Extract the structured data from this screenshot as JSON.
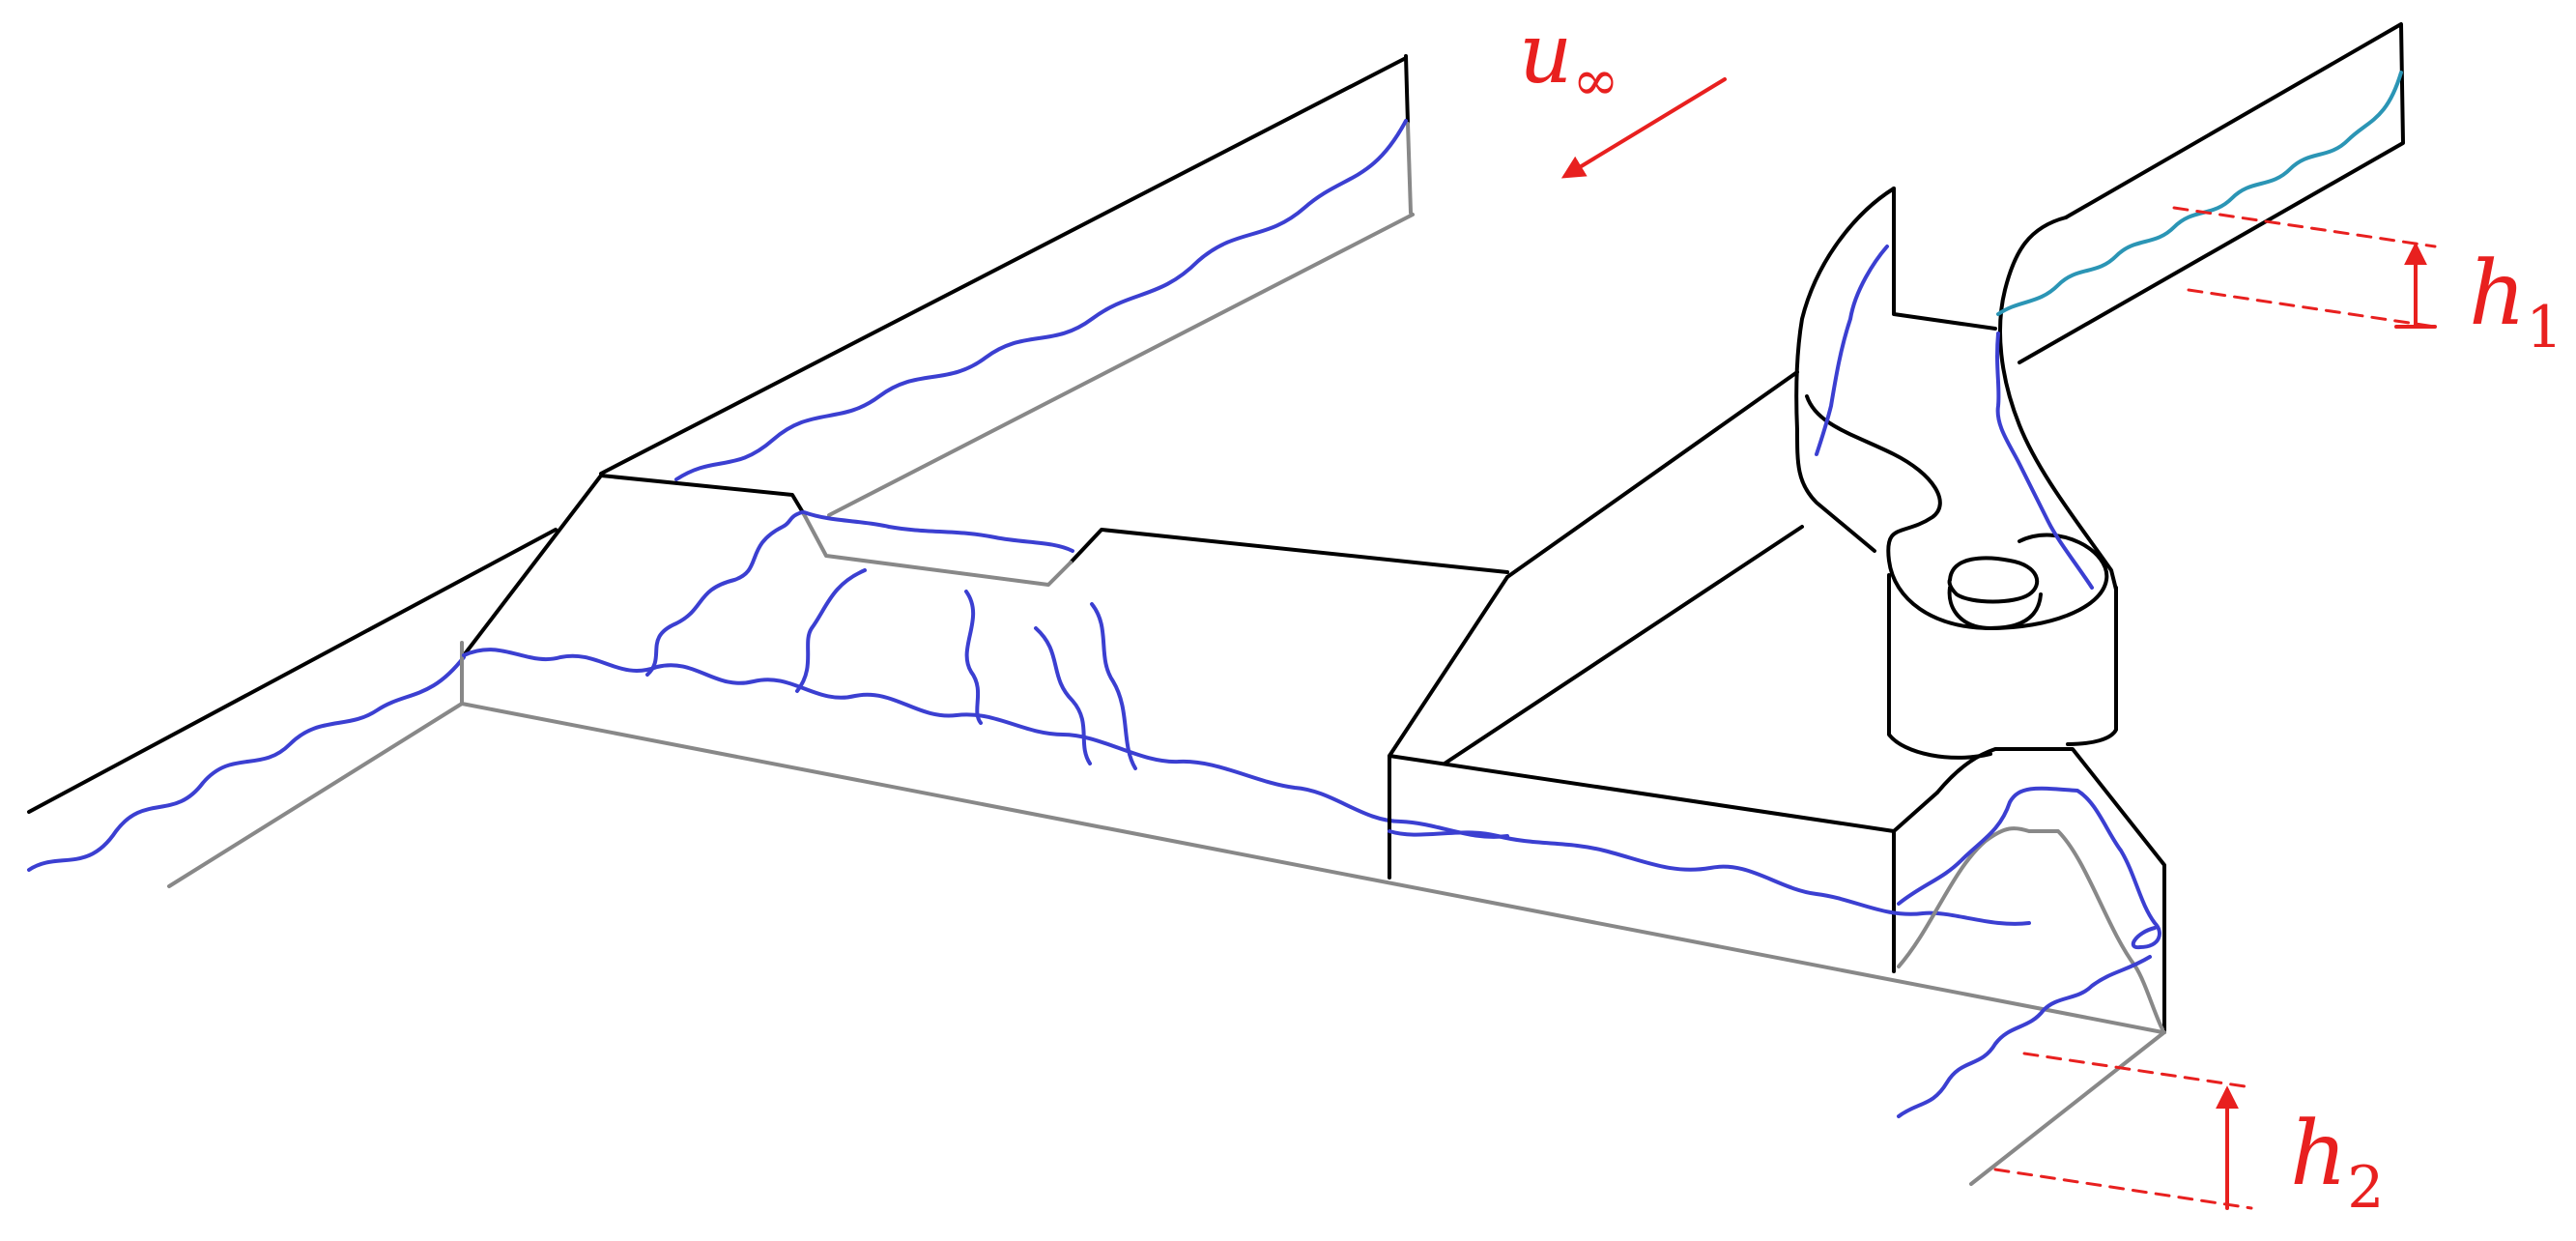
{
  "labels": {
    "freestream": {
      "symbol": "u",
      "sub": "∞"
    },
    "h1": {
      "symbol": "h",
      "sub": "1"
    },
    "h2": {
      "symbol": "h",
      "sub": "2"
    }
  },
  "colors": {
    "edge": "#000000",
    "hidden_edge": "#888888",
    "flow_line": "#3b3fd1",
    "flow_line_alt": "#2b95b5",
    "annotation": "#e8201f"
  }
}
